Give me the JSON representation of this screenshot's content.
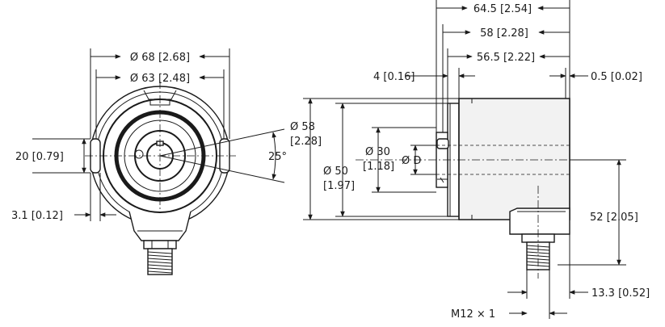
{
  "labels": {
    "front_outer_dia": "Ø 68 [2.68]",
    "front_inner_dia": "Ø 63 [2.48]",
    "front_slot_height": "20 [0.79]",
    "front_slot_width": "3.1 [0.12]",
    "front_angle": "25°",
    "side_length_total": "64.5 [2.54]",
    "side_length_58": "58 [2.28]",
    "side_length_56": "56.5 [2.22]",
    "side_flange": "4 [0.16]",
    "side_gap": "0.5 [0.02]",
    "side_dia_58_line1": "Ø 58",
    "side_dia_58_line2": "[2.28]",
    "side_dia_50_line1": "Ø 50",
    "side_dia_50_line2": "[1.97]",
    "side_dia_30_line1": "Ø 30",
    "side_dia_30_line2": "[1.18]",
    "side_bore": "Ø D",
    "side_connector_height": "52 [2.05]",
    "side_connector_offset": "13.3 [0.52]",
    "side_thread": "M12 × 1"
  },
  "colors": {
    "line": "#1a1a1a",
    "body": "#f2f2f2",
    "background": "#ffffff"
  }
}
